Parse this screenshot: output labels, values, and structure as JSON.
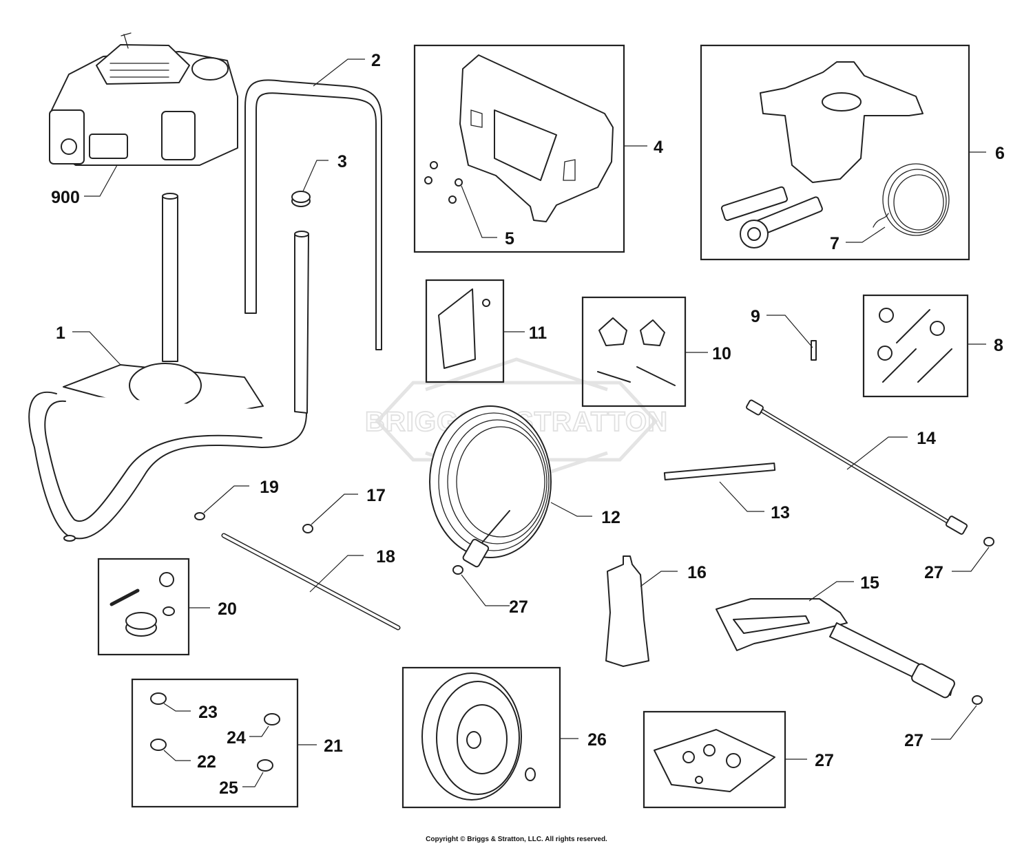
{
  "watermark": "BRIGGS & STRATTON",
  "copyright": "Copyright © Briggs & Stratton, LLC. All rights reserved.",
  "callouts": {
    "c900": "900",
    "c1": "1",
    "c2": "2",
    "c3": "3",
    "c4": "4",
    "c5": "5",
    "c6": "6",
    "c7": "7",
    "c8": "8",
    "c9": "9",
    "c10": "10",
    "c11": "11",
    "c12": "12",
    "c13": "13",
    "c14": "14",
    "c15": "15",
    "c16": "16",
    "c17": "17",
    "c18": "18",
    "c19": "19",
    "c20": "20",
    "c21": "21",
    "c22": "22",
    "c23": "23",
    "c24": "24",
    "c25": "25",
    "c26": "26",
    "c27a": "27",
    "c27b": "27",
    "c27c": "27",
    "c27d": "27"
  }
}
